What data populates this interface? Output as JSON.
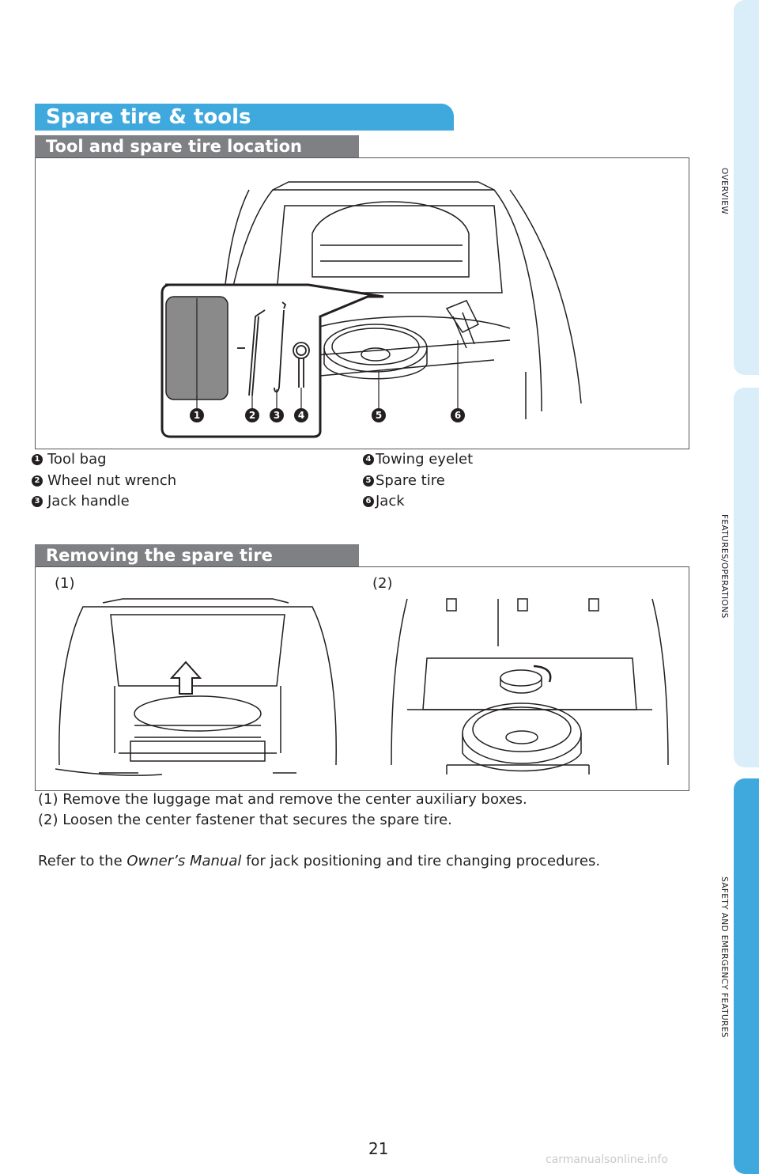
{
  "sidebar": {
    "tab1": "OVERVIEW",
    "tab2": "FEATURES/OPERATIONS",
    "tab3": "SAFETY AND EMERGENCY FEATURES"
  },
  "title": "Spare tire & tools",
  "section1": {
    "heading": "Tool and spare tire location",
    "callouts": [
      "1",
      "2",
      "3",
      "4",
      "5",
      "6"
    ],
    "legend_left": [
      {
        "num": "1",
        "label": "Tool bag"
      },
      {
        "num": "2",
        "label": "Wheel nut wrench"
      },
      {
        "num": "3",
        "label": "Jack handle"
      }
    ],
    "legend_right": [
      {
        "num": "4",
        "label": "Towing eyelet"
      },
      {
        "num": "5",
        "label": "Spare tire"
      },
      {
        "num": "6",
        "label": "Jack"
      }
    ]
  },
  "section2": {
    "heading": "Removing the spare tire",
    "fig_labels": [
      "(1)",
      "(2)"
    ],
    "steps": [
      "(1) Remove the luggage mat and remove the center auxiliary boxes.",
      "(2) Loosen the center fastener that secures the spare tire."
    ],
    "note_prefix": "Refer to the ",
    "note_italic": "Owner’s Manual",
    "note_suffix": " for jack positioning and tire changing procedures."
  },
  "page_number": "21",
  "watermark": "carmanualsonline.info"
}
